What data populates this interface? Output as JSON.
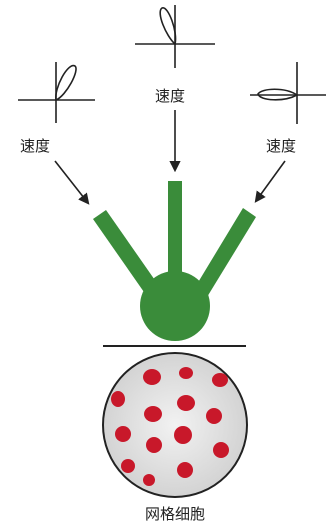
{
  "labels": {
    "velocity_left": "速度",
    "velocity_center": "速度",
    "velocity_right": "速度",
    "grid_cell": "网格细胞"
  },
  "colors": {
    "green": "#3a8c3a",
    "red": "#c8182a",
    "line": "#222222",
    "cell_fill": "#e8e8e8"
  }
}
